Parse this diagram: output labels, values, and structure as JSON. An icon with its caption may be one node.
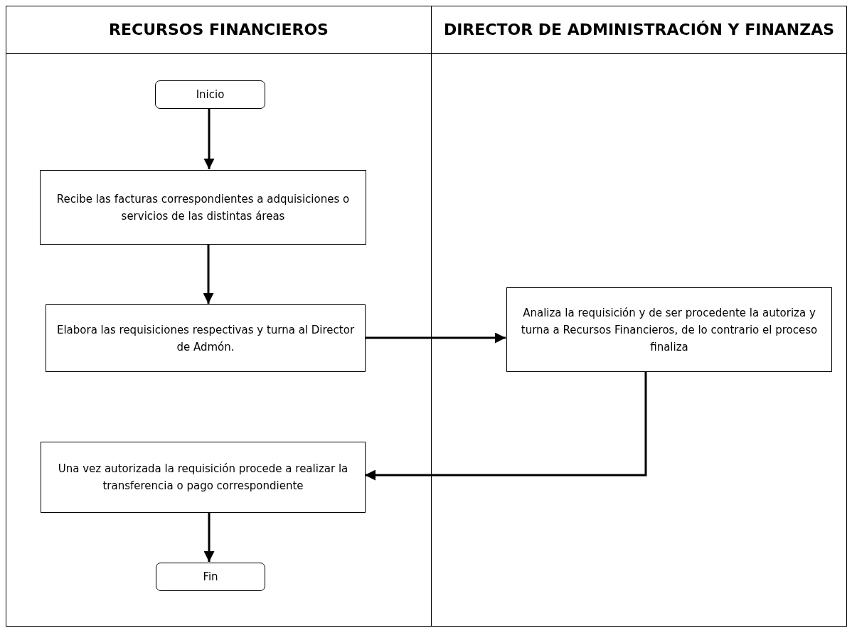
{
  "diagram": {
    "nodes": [
      {
        "text": [
          "RECURSOS FINANCIEROS"
        ]
      },
      {
        "text": [
          "DIRECTOR DE ADMINISTRACIÓN Y FINANZAS"
        ]
      },
      {
        "text": [
          "Inicio"
        ],
        "in": 0
      },
      {
        "text": [
          "Recibe las facturas correspondientes a adquisiciones o servicios de las distintas áreas"
        ],
        "in": 0
      },
      {
        "text": [
          "Elabora las requisiciones respectivas y turna al Director de Admón."
        ],
        "in": 0
      },
      {
        "text": [
          "Analiza la requisición y de ser procedente la autoriza y turna a Recursos Financieros, de lo contrario el proceso finaliza"
        ],
        "in": 1
      },
      {
        "text": [
          "Una vez autorizada la requisición procede a realizar la transferencia o pago correspondiente"
        ],
        "in": 0
      },
      {
        "text": [
          "Fin"
        ],
        "in": 0
      }
    ],
    "edges": [
      {
        "from": 2,
        "to": 3,
        "arrow": "to"
      },
      {
        "from": 3,
        "to": 4,
        "arrow": "to"
      },
      {
        "from": 4,
        "to": 5,
        "arrow": "to"
      },
      {
        "from": 5,
        "to": 6,
        "arrow": "to"
      },
      {
        "from": 6,
        "to": 7,
        "arrow": "to"
      }
    ]
  }
}
